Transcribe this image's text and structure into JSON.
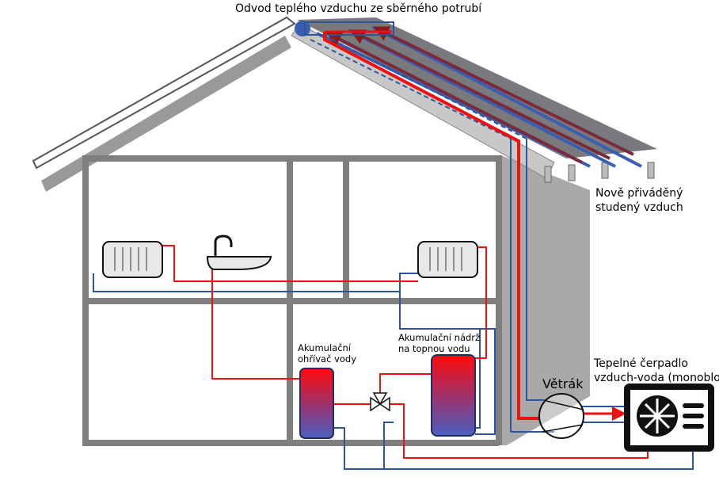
{
  "labels": {
    "roof_outlet": "Odvod teplého vzduchu ze sběrného potrubí",
    "fresh_air_1": "Nově přiváděný",
    "fresh_air_2": "studený vzduch",
    "water_heater_1": "Akumulační",
    "water_heater_2": "ohřívač vody",
    "buffer_tank_1": "Akumulační nádrž",
    "buffer_tank_2": "na topnou vodu",
    "fan": "Větrák",
    "heat_pump_1": "Tepelné čerpadlo",
    "heat_pump_2": "vzduch-voda (monoblok)"
  },
  "colors": {
    "hot": "#ee1111",
    "cold": "#2f5597",
    "wall": "#7f7f7f",
    "roof_panel": "#6f6f73"
  }
}
